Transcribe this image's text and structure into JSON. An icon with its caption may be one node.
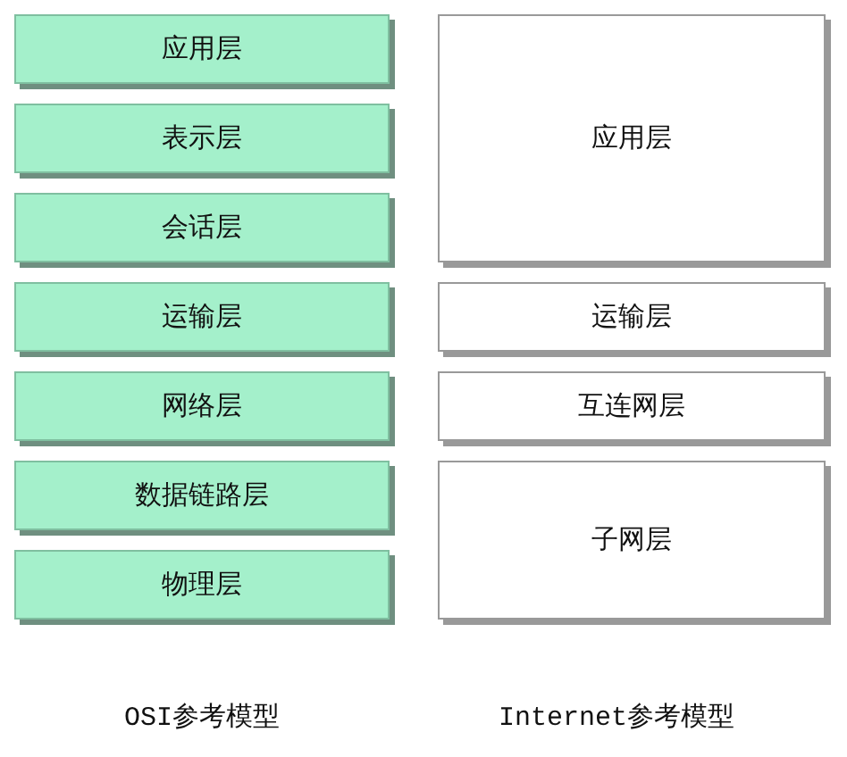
{
  "diagram": {
    "nodes": [
      {
        "text": [
          "应用层"
        ]
      },
      {
        "text": [
          "表示层"
        ]
      },
      {
        "text": [
          "会话层"
        ]
      },
      {
        "text": [
          "运输层"
        ]
      },
      {
        "text": [
          "网络层"
        ]
      },
      {
        "text": [
          "数据链路层"
        ]
      },
      {
        "text": [
          "物理层"
        ]
      },
      {
        "text": [
          "应用层"
        ]
      },
      {
        "text": [
          "运输层"
        ]
      },
      {
        "text": [
          "互连网层"
        ]
      },
      {
        "text": [
          "子网层"
        ]
      }
    ],
    "edges": [],
    "labels": [
      "OSI参考模型",
      "Internet参考模型"
    ]
  }
}
